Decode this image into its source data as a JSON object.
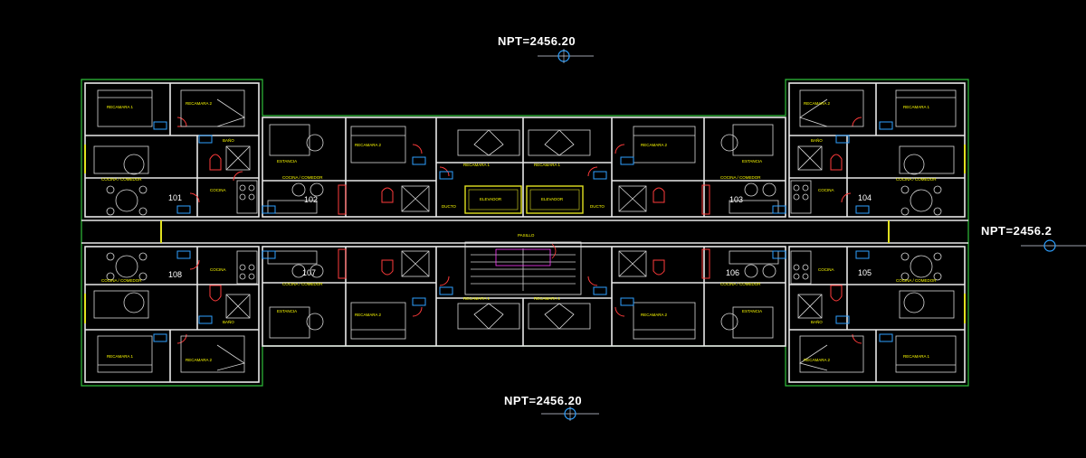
{
  "levels": {
    "top": "NPT=2456.20",
    "right": "NPT=2456.2",
    "bottom": "NPT=2456.20"
  },
  "units": {
    "u101": "101",
    "u102": "102",
    "u103": "103",
    "u104": "104",
    "u105": "105",
    "u106": "106",
    "u107": "107",
    "u108": "108"
  },
  "rooms": {
    "recamara1": "RECAMARA 1",
    "recamara2": "RECAMARA 2",
    "estancia": "ESTANCIA",
    "cocina": "COCINA",
    "bano": "BAÑO",
    "comedor": "COCINA / COMEDOR",
    "pasillo": "PASILLO",
    "elevador": "ELEVADOR",
    "ducto": "DUCTO"
  },
  "colors": {
    "background": "#000000",
    "walls": "#ffffff",
    "outline": "#2fbf3a",
    "doors": "#ff3b3b",
    "labels": "#ffff00",
    "markers": "#2ea0ff",
    "stairs": "#ff3bff"
  }
}
